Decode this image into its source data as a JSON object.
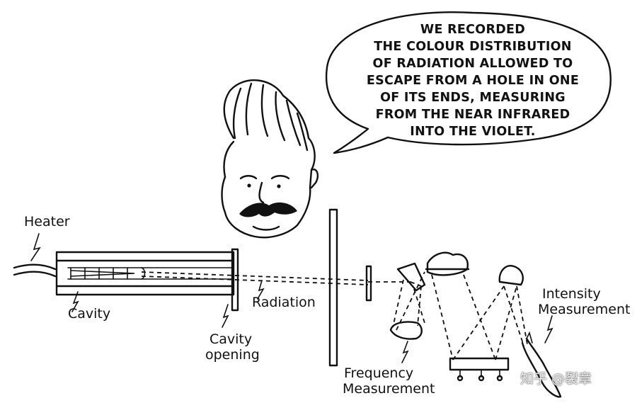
{
  "speech_bubble": {
    "lines": [
      "WE RECORDED",
      "THE COLOUR DISTRIBUTION",
      "OF RADIATION ALLOWED TO",
      "ESCAPE FROM A HOLE IN ONE",
      "OF ITS ENDS, MEASURING",
      "FROM THE NEAR INFRARED",
      "INTO THE VIOLET."
    ]
  },
  "labels": {
    "heater": "Heater",
    "cavity": "Cavity",
    "cavity_opening_line1": "Cavity",
    "cavity_opening_line2": "opening",
    "radiation": "Radiation",
    "frequency_line1": "Frequency",
    "frequency_line2": "Measurement",
    "intensity_line1": "Intensity",
    "intensity_line2": "Measurement"
  },
  "watermark": "知乎 @裂章"
}
